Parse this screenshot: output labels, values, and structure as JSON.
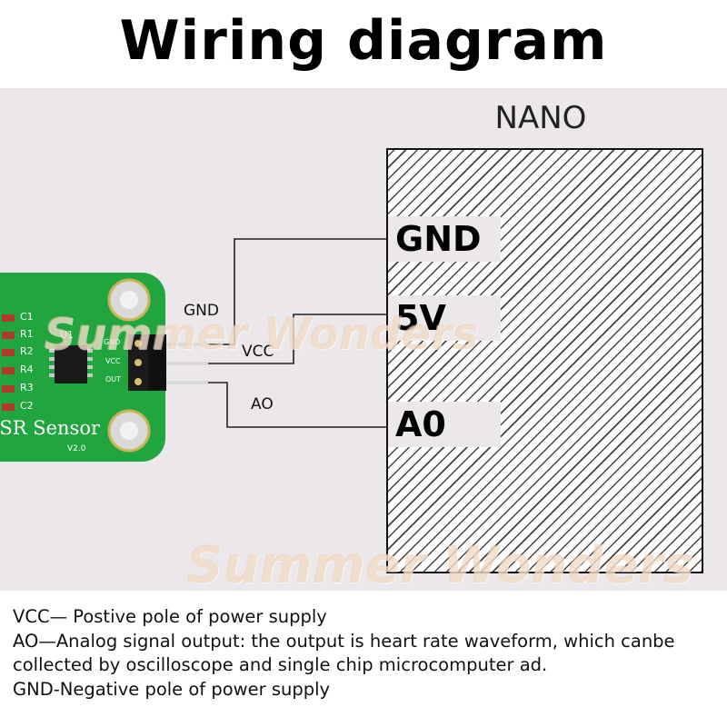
{
  "title": "Wiring diagram",
  "board": {
    "name": "NANO",
    "pins": [
      "GND",
      "5V",
      "A0"
    ]
  },
  "wires": {
    "gnd": "GND",
    "vcc": "VCC",
    "ao": "AO"
  },
  "sensor": {
    "label": "SR Sensor",
    "version": "V2.0",
    "chip": "U1",
    "components": [
      "C1",
      "R1",
      "R2",
      "R4",
      "R3",
      "C2"
    ],
    "pin_labels": [
      "GND",
      "VCC",
      "OUT"
    ]
  },
  "watermark": "Summer Wonders",
  "description": [
    "VCC— Postive pole of power supply",
    "AO—Analog signal output: the output is heart rate waveform, which canbe",
    "collected by oscilloscope and single chip microcomputer ad.",
    "GND-Negative pole of power supply"
  ],
  "colors": {
    "pcb": "#21a53e",
    "panel": "#ebe7ea",
    "watermark": "#ebc8aa"
  }
}
